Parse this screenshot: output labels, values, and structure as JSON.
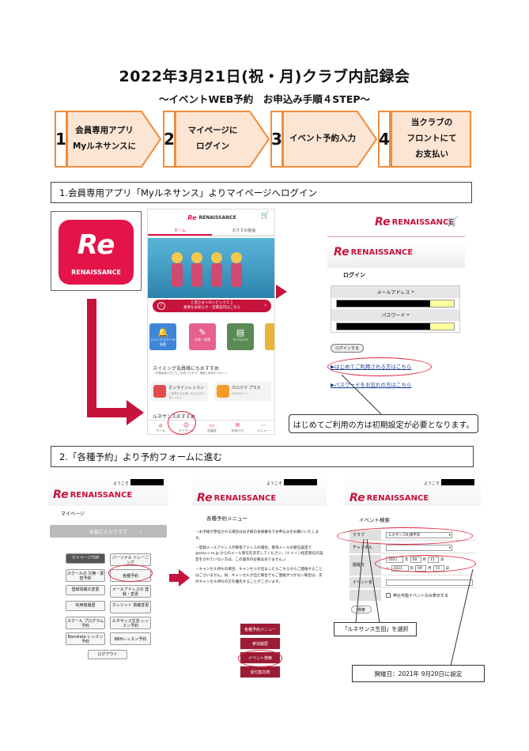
{
  "title": "2022年3月21日(祝・月)クラブ内記録会",
  "subtitle": "〜イベントWEB予約　お申込み手順４STEP〜",
  "steps": [
    {
      "num": "1",
      "label": "会員専用アプリ\nMyルネサンスに"
    },
    {
      "num": "2",
      "label": "マイページに\nログイン"
    },
    {
      "num": "3",
      "label": "イベント予約入力"
    },
    {
      "num": "4",
      "label": "当クラブの\nフロントにて\nお支払い"
    }
  ],
  "section1": "1.会員専用アプリ「Myルネサンス」よりマイページへログイン",
  "section2": "2.「各種予約」より予約フォームに進む",
  "colors": {
    "brand": "#e4144b",
    "accent": "#f08c3c",
    "stepFill": "#fde5d4",
    "arrow": "#c5133c"
  },
  "app_icon": {
    "mark": "Re",
    "brand": "RENAISSANCE"
  },
  "phone": {
    "logo": "RENAISSANCE",
    "tabs": [
      "ホーム",
      "おすすめ動画"
    ],
    "banner_line1": "【 皆さまへのトピックス 】",
    "banner_line2": "重要なお知らせ・営業案内はこちら",
    "tiles": [
      "ジュニアスクール\n振替",
      "欠席・振替",
      "マイカルテ"
    ],
    "rec_title": "スイミング会員様にもおすすめ",
    "rec_sub": "・年間会員の方にもご利用できます！運動と食事をサポート",
    "cards": [
      {
        "name": "オンラインレッスン",
        "desc": "ご自宅からお楽しみいただけるレッスン"
      },
      {
        "name": "カロママ プラス",
        "desc": "AIがサポート"
      }
    ],
    "more": "ルネサンスおすすめ",
    "nav": [
      "ホーム",
      "マイページ",
      "会員証",
      "お知らせ",
      "メニュー"
    ]
  },
  "login": {
    "logo": "RENAISSANCE",
    "heading": "ログイン",
    "email_label": "メールアドレス *",
    "password_label": "パスワード *",
    "button": "ログインする",
    "link_first": "▶はじめてご利用される方はこちら",
    "link_forgot": "▶パスワードをお忘れの方はこちら"
  },
  "callout1": "はじめてご利用の方は初期設定が必要となります。",
  "screen_a": {
    "welcome": "ようこそ",
    "logo": "RENAISSANCE",
    "heading": "マイページ",
    "fav": "お気に入りクラブ",
    "buttons": [
      "マイページTOP",
      "パーソナル\nトレーニング",
      "スクールの\n欠席・振替予約",
      "各種予約",
      "登録情報の変更",
      "メールアドレスの\n登録・変更",
      "利用者履歴",
      "クレジット\n情報変更",
      "スクール\nプログラム予約",
      "ルネサンス生活\nレッスン予約",
      "Barrelate\nレッスン予約",
      "BBHレッスン予約",
      "ログアウト"
    ]
  },
  "screen_b": {
    "welcome": "ようこそ",
    "logo": "RENAISSANCE",
    "heading": "各種予約メニュー",
    "p1": "・お子様が参加される場合はお子様の会員番号でお申込みをお願いいたします。",
    "p2": "・登録メールアドレスが携帯アドレスの場合、携帯メールの受信設定で@sms.c-re.jp からのメール受信を許可してください。(ドメイン指定受信の設定をされていない方は、この操作の必要はありません。)",
    "p3": "・キャンセル待ちの場合、キャンセルが出ましたらこちらからご連絡することはございません。尚、キャンセルが出た場合でもご連絡がつかない場合は、次のキャンセル待ちの方を優先することがございます。",
    "menu": [
      "各種予約メニュー",
      "参加履歴",
      "イベント検索",
      "受付案内表"
    ]
  },
  "screen_c": {
    "welcome": "ようこそ",
    "logo": "RENAISSANCE",
    "heading": "イベント検索",
    "club_label": "クラブ",
    "club_value": "ルネサンス札幌平岸",
    "channel_label": "チャンネル",
    "date_label": "開催日",
    "from": {
      "y": "2021",
      "m": "08",
      "d": "15"
    },
    "to": {
      "y": "2021",
      "m": "09",
      "d": "15"
    },
    "unit_y": "年",
    "unit_m": "月",
    "unit_d": "日",
    "tilde": "〜",
    "name_label": "イベント名",
    "checkbox": "申込可能イベントのみ表示する",
    "search": "検索"
  },
  "callout2": "「ルネサンス生田」を選択",
  "callout3": "開催日：2021年 9月20日に設定"
}
